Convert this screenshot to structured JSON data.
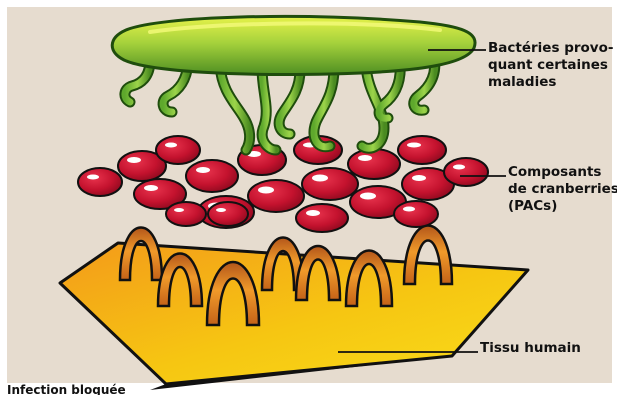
{
  "labels": {
    "bacteria": [
      "Bactéries provo-",
      "quant certaines",
      "maladies"
    ],
    "cranberry": [
      "Composants",
      "de cranberries",
      "(PACs)"
    ],
    "tissue": "Tissu humain"
  },
  "caption": "Infection bloquée",
  "colors": {
    "background": "#e6dccf",
    "bacteria_green": "#8cc63f",
    "bacteria_dark": "#3d7a1a",
    "cranberry_red": "#c4122e",
    "arch_orange": "#d9741c",
    "tissue_yellow": "#f6c612",
    "outline": "#111111"
  },
  "icons": {
    "bacterium": "bacterium-icon",
    "cranberry": "cranberry-pac-icon",
    "receptor": "receptor-arch-icon",
    "tissue": "tissue-sheet-icon"
  }
}
